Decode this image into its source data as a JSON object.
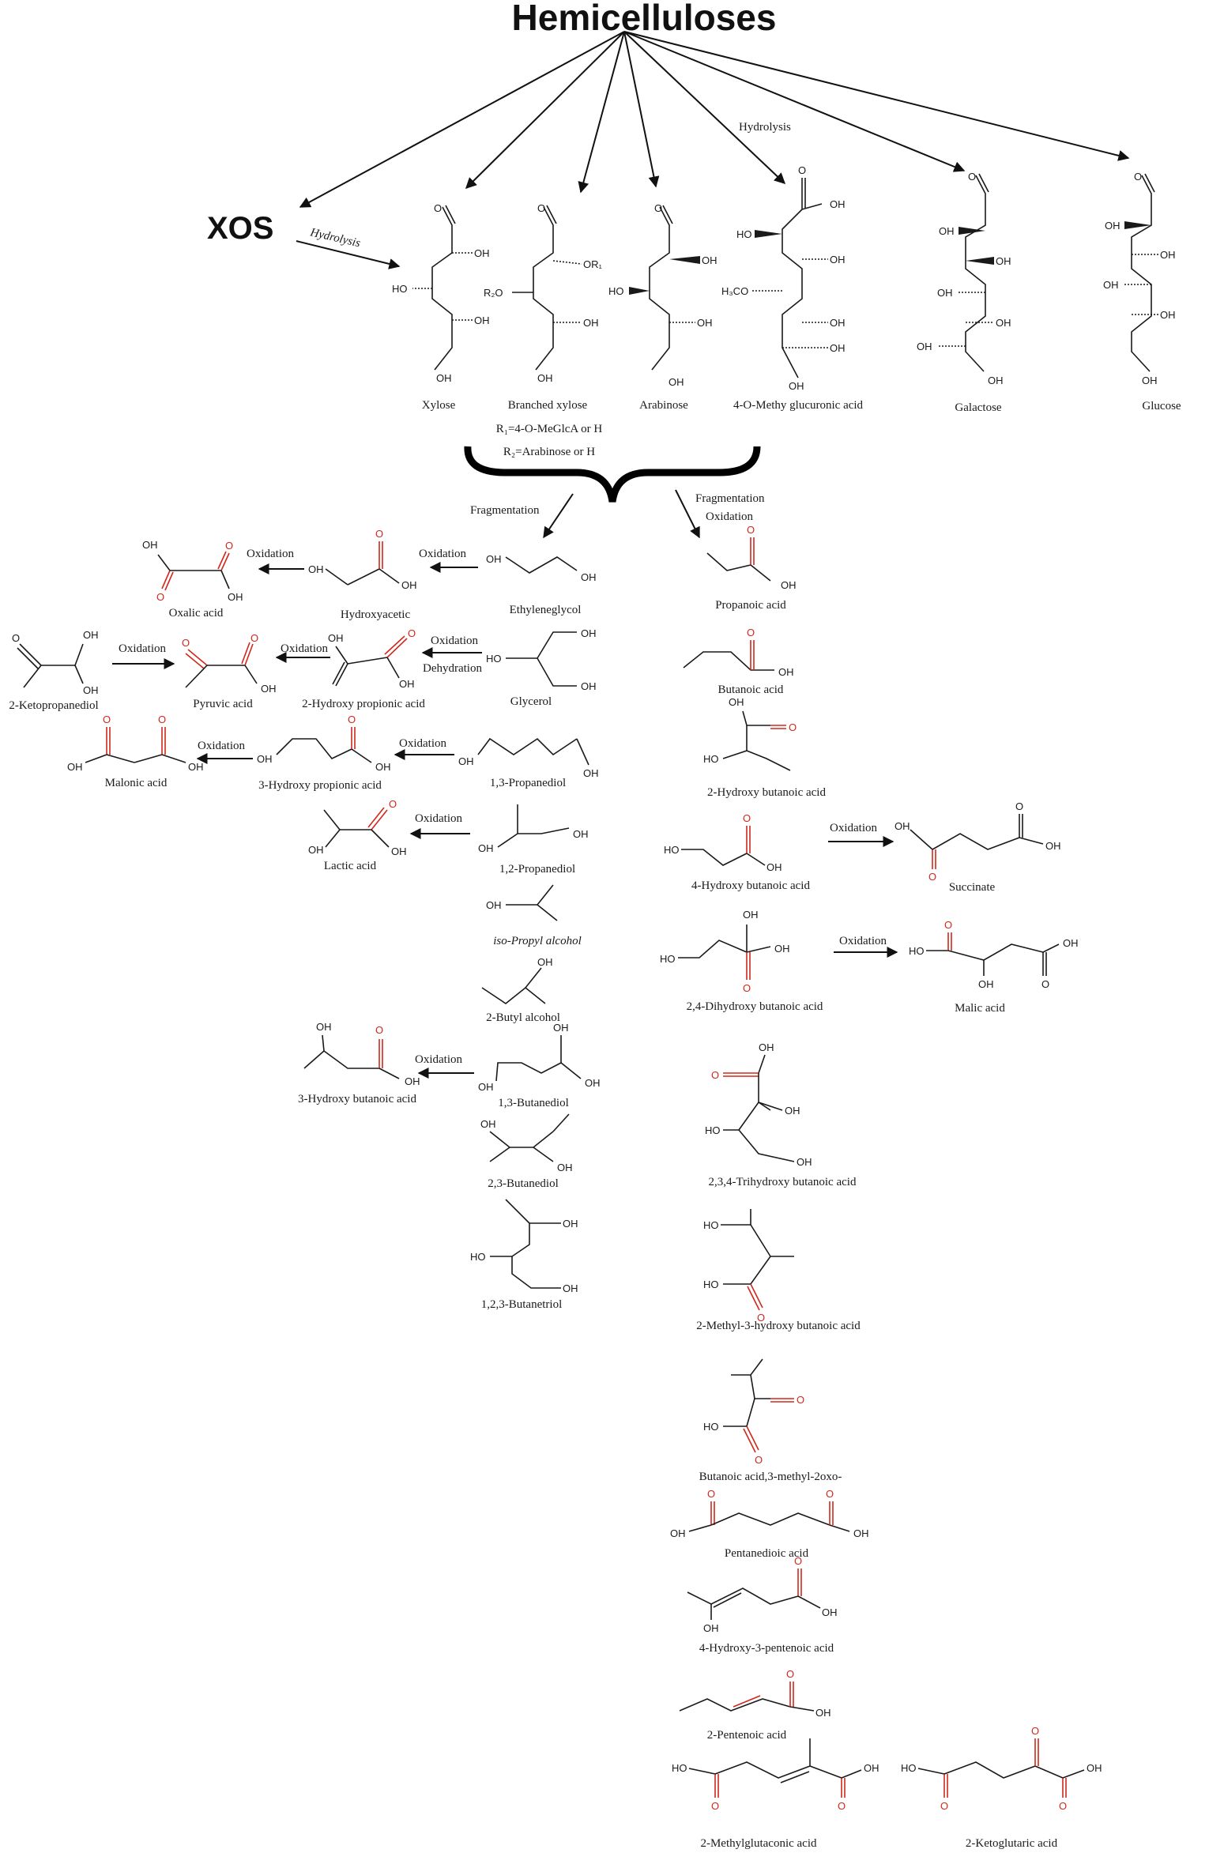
{
  "title": "Hemicelluloses",
  "xos": "XOS",
  "processes": {
    "hydrolysis": "Hydrolysis",
    "fragmentation": "Fragmentation",
    "oxidation": "Oxidation",
    "dehydration": "Dehydration"
  },
  "substituents": {
    "r1": "R₁=4-O-MeGlcA or H",
    "r2": "R₂=Arabinose or H"
  },
  "atoms": {
    "oh": "OH",
    "ho": "HO",
    "o": "O",
    "or1": "OR₁",
    "r2o": "R₂O",
    "h3co": "H₃CO"
  },
  "sugars": [
    {
      "id": "xylose",
      "name": "Xylose"
    },
    {
      "id": "branched-xylose",
      "name": "Branched xylose"
    },
    {
      "id": "arabinose",
      "name": "Arabinose"
    },
    {
      "id": "methyl-glucuronic",
      "name": "4-O-Methy glucuronic acid"
    },
    {
      "id": "galactose",
      "name": "Galactose"
    },
    {
      "id": "glucose",
      "name": "Glucose"
    }
  ],
  "left_products": [
    {
      "id": "oxalic-acid",
      "name": "Oxalic acid"
    },
    {
      "id": "hydroxyacetic",
      "name": "Hydroxyacetic"
    },
    {
      "id": "ethyleneglycol",
      "name": "Ethyleneglycol"
    },
    {
      "id": "ketopropanediol",
      "name": "2-Ketopropanediol"
    },
    {
      "id": "pyruvic-acid",
      "name": "Pyruvic acid"
    },
    {
      "id": "hydroxy-propionic-2",
      "name": "2-Hydroxy propionic acid"
    },
    {
      "id": "glycerol",
      "name": "Glycerol"
    },
    {
      "id": "malonic-acid",
      "name": "Malonic acid"
    },
    {
      "id": "hydroxy-propionic-3",
      "name": "3-Hydroxy propionic acid"
    },
    {
      "id": "propanediol-13",
      "name": "1,3-Propanediol"
    },
    {
      "id": "lactic-acid",
      "name": "Lactic acid"
    },
    {
      "id": "propanediol-12",
      "name": "1,2-Propanediol"
    },
    {
      "id": "isopropyl-alcohol",
      "name": "iso-Propyl alcohol"
    },
    {
      "id": "butyl-alcohol",
      "name": "2-Butyl alcohol"
    },
    {
      "id": "hydroxy-butanoic-3",
      "name": "3-Hydroxy butanoic acid"
    },
    {
      "id": "butanediol-13",
      "name": "1,3-Butanediol"
    },
    {
      "id": "butanediol-23",
      "name": "2,3-Butanediol"
    },
    {
      "id": "butanetriol",
      "name": "1,2,3-Butanetriol"
    }
  ],
  "right_products": [
    {
      "id": "propanoic-acid",
      "name": "Propanoic acid"
    },
    {
      "id": "butanoic-acid",
      "name": "Butanoic acid"
    },
    {
      "id": "hydroxy-butanoic-2",
      "name": "2-Hydroxy butanoic acid"
    },
    {
      "id": "hydroxy-butanoic-4",
      "name": "4-Hydroxy butanoic acid"
    },
    {
      "id": "succinate",
      "name": "Succinate"
    },
    {
      "id": "dihydroxy-butanoic",
      "name": "2,4-Dihydroxy butanoic acid"
    },
    {
      "id": "malic-acid",
      "name": "Malic acid"
    },
    {
      "id": "trihydroxy-butanoic",
      "name": "2,3,4-Trihydroxy butanoic acid"
    },
    {
      "id": "methyl-hydroxy-butanoic",
      "name": "2-Methyl-3-hydroxy butanoic acid"
    },
    {
      "id": "methyl-oxo-butanoic",
      "name": "Butanoic acid,3-methyl-2oxo-"
    },
    {
      "id": "pentanedioic-acid",
      "name": "Pentanedioic acid"
    },
    {
      "id": "hydroxy-pentenoic",
      "name": "4-Hydroxy-3-pentenoic acid"
    },
    {
      "id": "pentenoic-acid",
      "name": "2-Pentenoic acid"
    },
    {
      "id": "methylglutaconic-acid",
      "name": "2-Methylglutaconic acid"
    },
    {
      "id": "ketoglutaric-acid",
      "name": "2-Ketoglutaric acid"
    }
  ],
  "colors": {
    "ink": "#1a1a1a",
    "acid_highlight": "#d0281c"
  }
}
